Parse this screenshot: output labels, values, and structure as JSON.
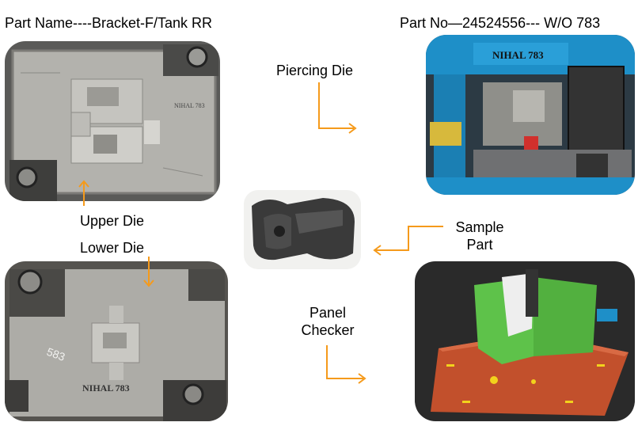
{
  "header": {
    "part_name": "Part Name----Bracket-F/Tank RR",
    "part_no": "Part No—24524556---  W/O 783"
  },
  "labels": {
    "piercing_die": "Piercing  Die",
    "upper_die": "Upper Die",
    "lower_die": "Lower Die",
    "sample_part_line1": "Sample",
    "sample_part_line2": "Part",
    "panel_checker_line1": "Panel",
    "panel_checker_line2": "Checker"
  },
  "engravings": {
    "upper_die_mark": "NIHAL 783",
    "piercing_die_plate": "NIHAL   783",
    "lower_die_mark": "NIHAL 783",
    "lower_die_scribble": "583"
  },
  "colors": {
    "arrow": "#f59a1b",
    "steel": "#a9a9a4",
    "machine_blue": "#1e8fc8",
    "checker_green": "#5ec24a",
    "checker_base": "#c2502c"
  }
}
